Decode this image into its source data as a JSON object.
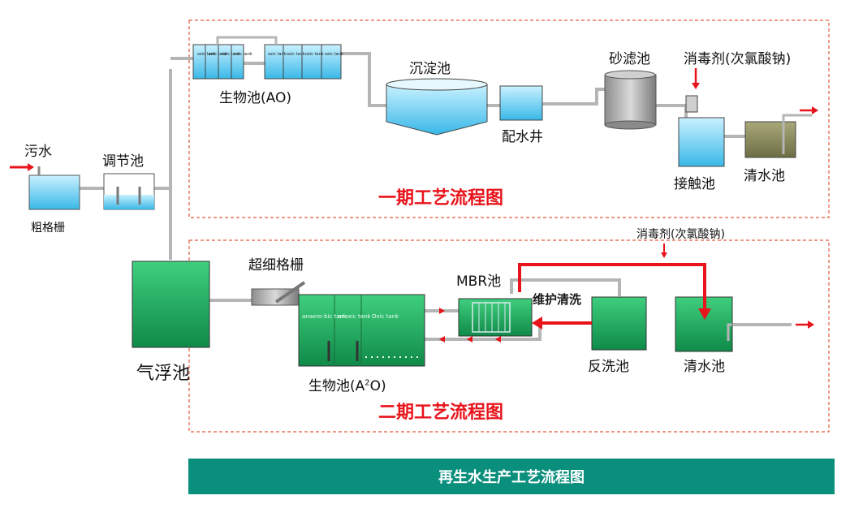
{
  "labels": {
    "sewage": "污水",
    "coarse_screen": "粗格栅",
    "equalization": "调节池",
    "daf": "气浮池",
    "bio_ao": "生物池(AO)",
    "sedimentation": "沉淀池",
    "distribution_well": "配水井",
    "sand_filter": "砂滤池",
    "disinfectant_1": "消毒剂(次氯酸钠)",
    "contact_tank": "接触池",
    "clear_water_1": "清水池",
    "ultrafine_screen": "超细格栅",
    "mbr": "MBR池",
    "maintenance_wash": "维护清洗",
    "disinfectant_2": "消毒剂(次氯酸钠)",
    "backwash": "反洗池",
    "clear_water_2": "清水池",
    "bio_a2o_prefix": "生物池(A",
    "bio_a2o_sup": "2",
    "bio_a2o_suffix": "O)"
  },
  "tank_text": {
    "anaerobic": "anaero-bic tank",
    "anoxic": "anoxic tank",
    "oxic": "Oxic tank",
    "oxic_small": "oxic tank"
  },
  "titles": {
    "phase1": "一期工艺流程图",
    "phase2": "二期工艺流程图",
    "footer": "再生水生产工艺流程图"
  },
  "colors": {
    "accent_red": "#e8141b",
    "footer_teal": "#0b8f7d",
    "water_blue": "#6fd0f0",
    "tank_green": "#2fb36a",
    "filter_gray": "#9a9a9a"
  }
}
